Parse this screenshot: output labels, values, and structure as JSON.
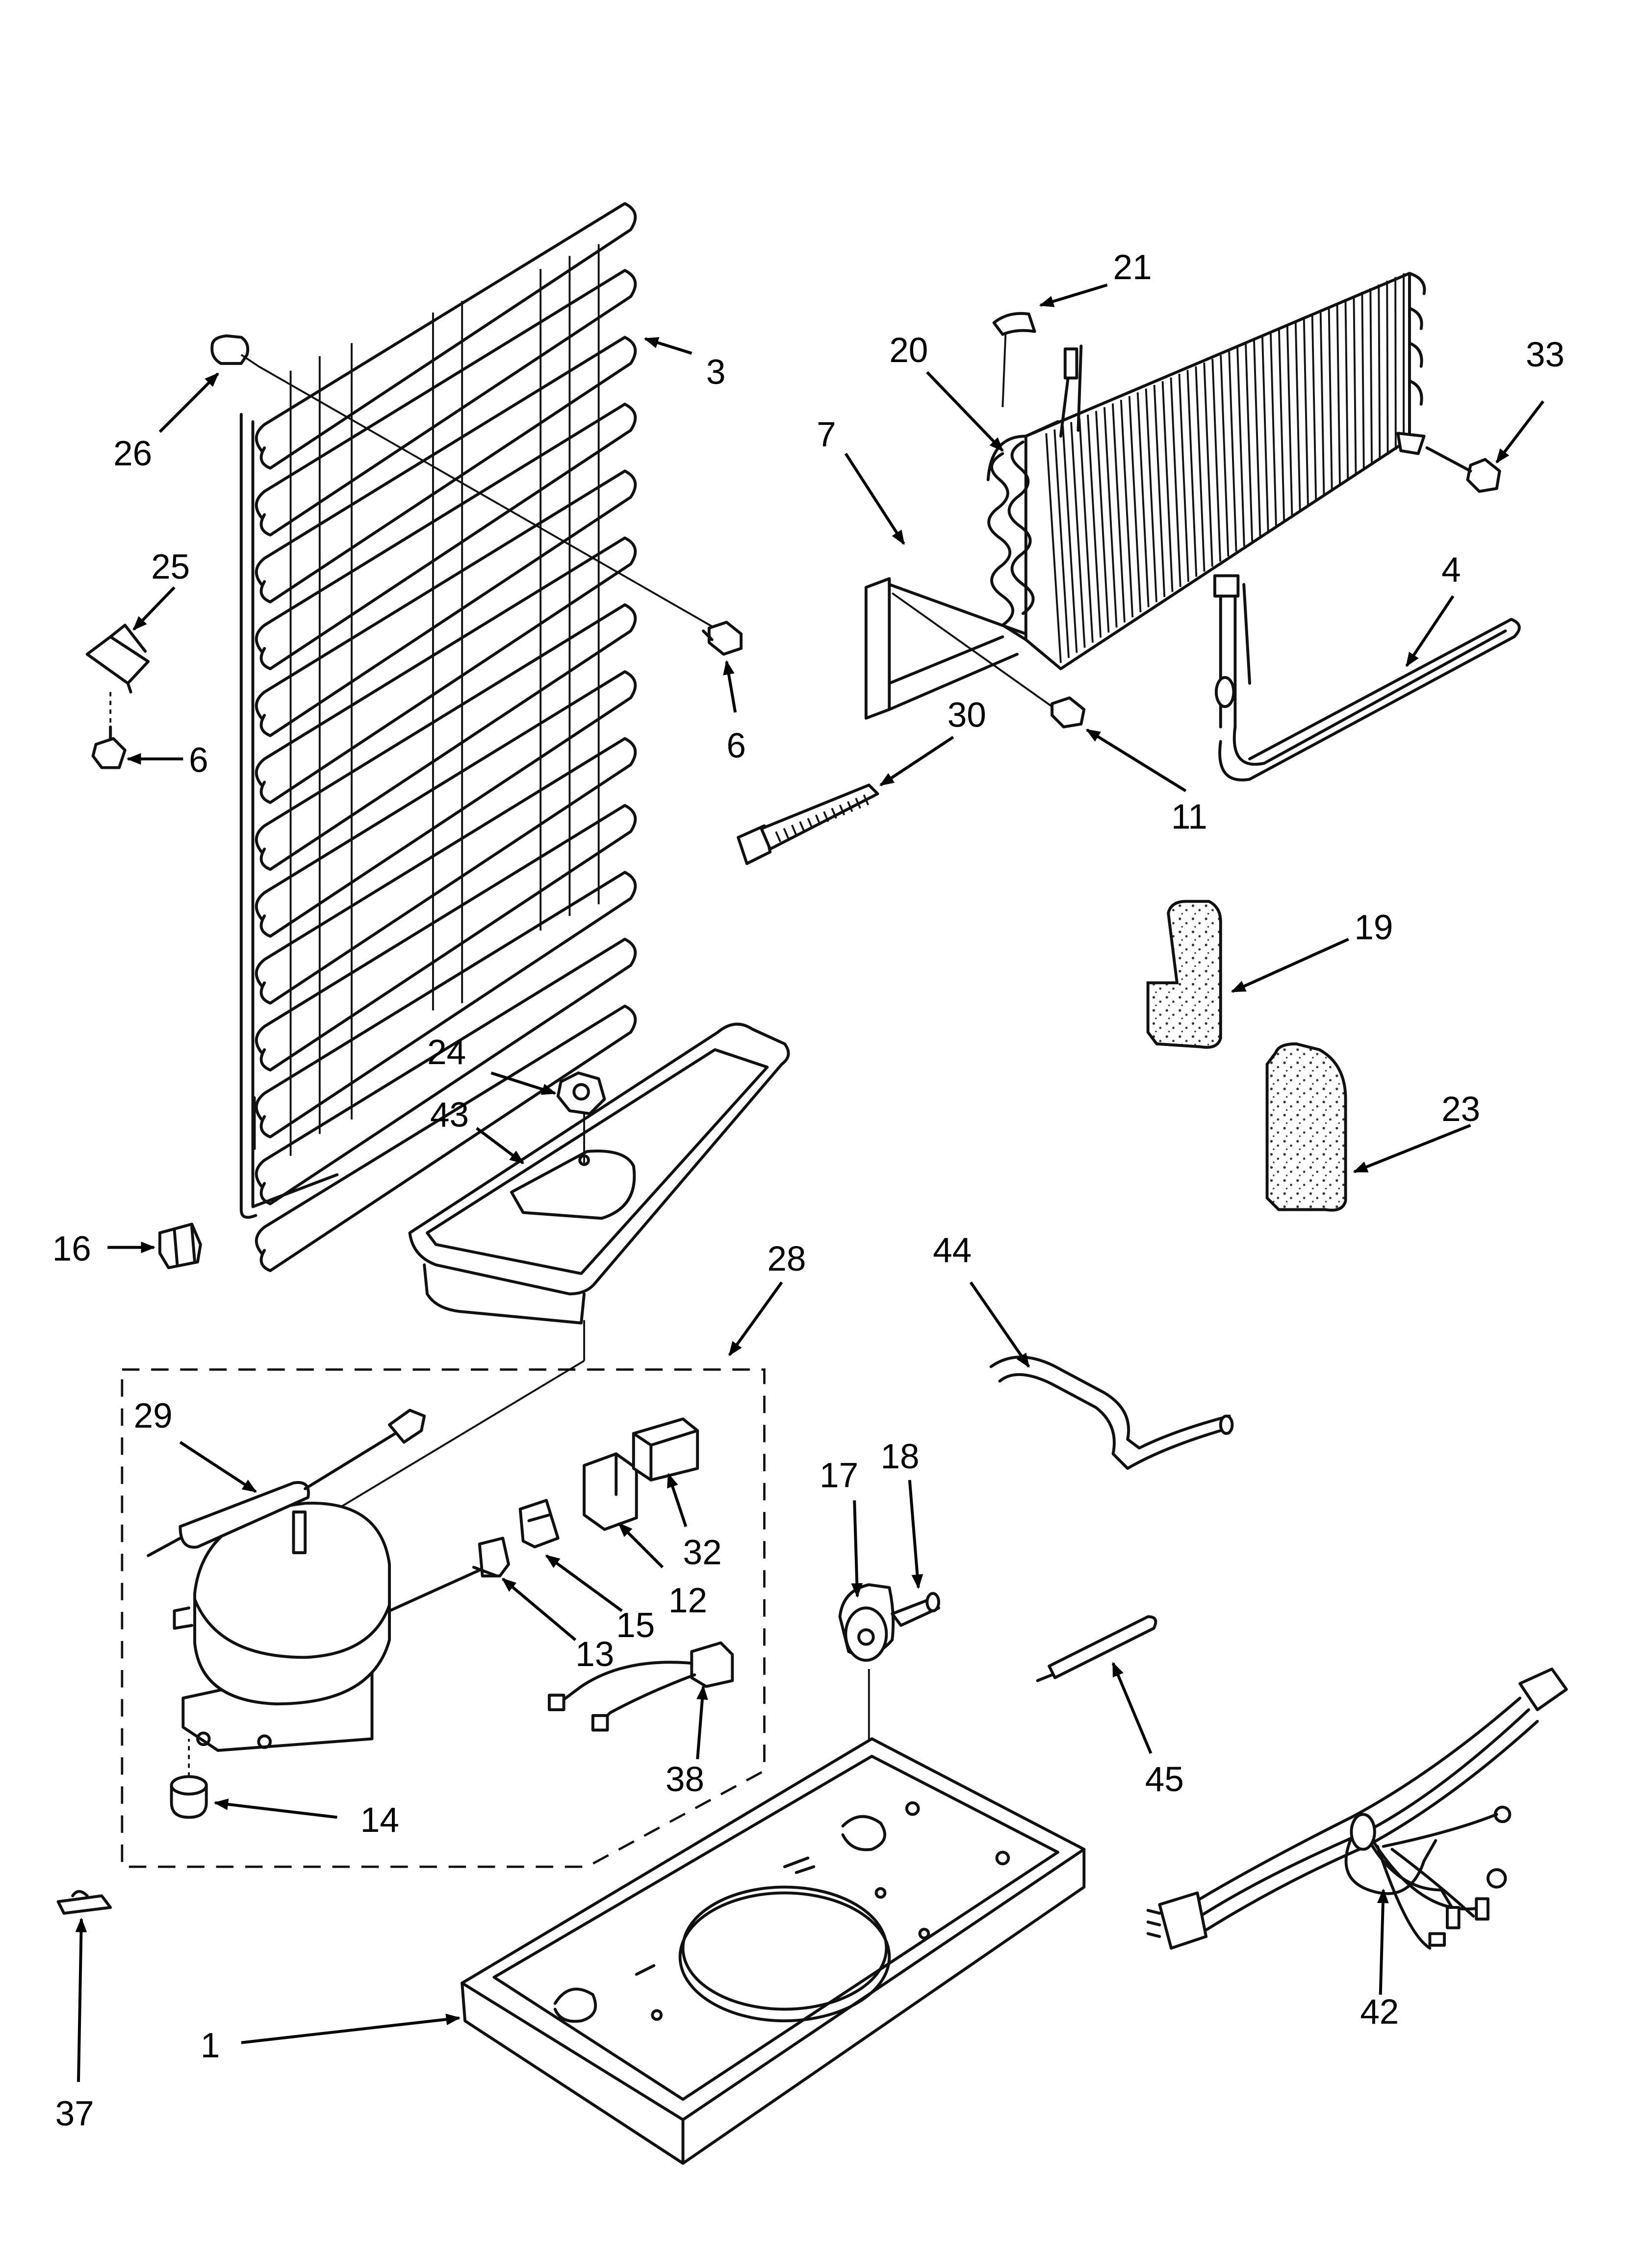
{
  "callouts": [
    {
      "id": "1",
      "text": "1"
    },
    {
      "id": "3",
      "text": "3"
    },
    {
      "id": "4",
      "text": "4"
    },
    {
      "id": "6a",
      "text": "6"
    },
    {
      "id": "6b",
      "text": "6"
    },
    {
      "id": "7",
      "text": "7"
    },
    {
      "id": "11",
      "text": "11"
    },
    {
      "id": "12",
      "text": "12"
    },
    {
      "id": "13",
      "text": "13"
    },
    {
      "id": "14",
      "text": "14"
    },
    {
      "id": "15",
      "text": "15"
    },
    {
      "id": "16",
      "text": "16"
    },
    {
      "id": "17",
      "text": "17"
    },
    {
      "id": "18",
      "text": "18"
    },
    {
      "id": "19",
      "text": "19"
    },
    {
      "id": "20",
      "text": "20"
    },
    {
      "id": "21",
      "text": "21"
    },
    {
      "id": "23",
      "text": "23"
    },
    {
      "id": "24",
      "text": "24"
    },
    {
      "id": "25",
      "text": "25"
    },
    {
      "id": "26",
      "text": "26"
    },
    {
      "id": "28",
      "text": "28"
    },
    {
      "id": "29",
      "text": "29"
    },
    {
      "id": "30",
      "text": "30"
    },
    {
      "id": "32",
      "text": "32"
    },
    {
      "id": "33",
      "text": "33"
    },
    {
      "id": "37",
      "text": "37"
    },
    {
      "id": "38",
      "text": "38"
    },
    {
      "id": "42",
      "text": "42"
    },
    {
      "id": "43",
      "text": "43"
    },
    {
      "id": "44",
      "text": "44"
    },
    {
      "id": "45",
      "text": "45"
    }
  ]
}
